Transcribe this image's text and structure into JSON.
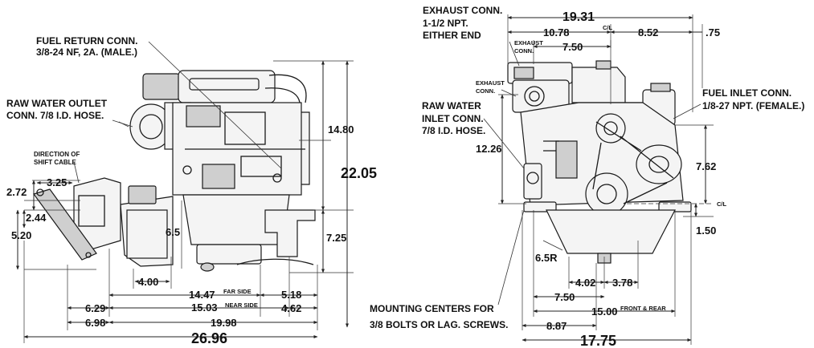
{
  "left_view": {
    "notes": {
      "fuel_return_1": "FUEL RETURN CONN.",
      "fuel_return_2": "3/8-24 NF, 2A. (MALE.)",
      "raw_outlet_1": "RAW WATER OUTLET",
      "raw_outlet_2": "CONN. 7/8 I.D. HOSE.",
      "shift_1": "DIRECTION OF",
      "shift_2": "SHIFT CABLE"
    },
    "dims": {
      "d1480": "14.80",
      "d2205": "22.05",
      "d725": "7.25",
      "d325": "3.25",
      "d272": "2.72",
      "d244": "2.44",
      "d520": "5.20",
      "d65": "6.5",
      "d400": "4.00",
      "d1447": "14.47",
      "far_side": "FAR SIDE",
      "d518": "5.18",
      "d629": "6.29",
      "d1503": "15.03",
      "near_side": "NEAR SIDE",
      "d462": "4.62",
      "d698": "6.98",
      "d1998": "19.98",
      "d2696": "26.96"
    }
  },
  "right_view": {
    "notes": {
      "exhaust_1": "EXHAUST CONN.",
      "exhaust_2": "1-1/2 NPT.",
      "exhaust_3": "EITHER END",
      "exh_small_a1": "EXHAUST",
      "exh_small_a2": "CONN.",
      "exh_small_b1": "EXHAUST",
      "exh_small_b2": "CONN.",
      "raw_inlet_1": "RAW WATER",
      "raw_inlet_2": "INLET CONN.",
      "raw_inlet_3": "7/8 I.D. HOSE.",
      "fuel_inlet_1": "FUEL INLET CONN.",
      "fuel_inlet_2": "1/8-27 NPT. (FEMALE.)",
      "mount_1": "MOUNTING CENTERS FOR",
      "mount_2": "3/8 BOLTS OR LAG. SCREWS."
    },
    "dims": {
      "d1931": "19.31",
      "cl_top": "C/L",
      "d1078": "10.78",
      "d852": "8.52",
      "d075": ".75",
      "d750a": "7.50",
      "d1226": "12.26",
      "d762": "7.62",
      "cl_right": "C/L",
      "d150": "1.50",
      "d65r": "6.5R",
      "d402": "4.02",
      "d378": "3.78",
      "d750b": "7.50",
      "d1500": "15.00",
      "front_rear": "FRONT & REAR",
      "d887": "8.87",
      "d1775": "17.75"
    }
  }
}
